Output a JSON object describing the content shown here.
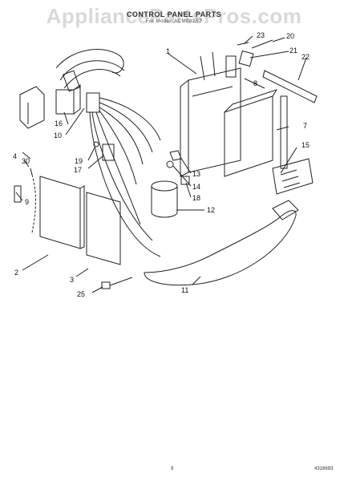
{
  "header": {
    "watermark": "AppliancePartsPros.com",
    "title": "CONTROL PANEL PARTS",
    "subtitle": "For Model: ACM082R7"
  },
  "part_callouts": [
    "1",
    "2",
    "3",
    "4",
    "7",
    "8",
    "9",
    "10",
    "11",
    "12",
    "13",
    "14",
    "15",
    "16",
    "17",
    "18",
    "19",
    "20",
    "21",
    "22",
    "23",
    "25",
    "30"
  ],
  "footer": {
    "page_number": "9",
    "part_number": "4316693"
  },
  "colors": {
    "line": "#222222",
    "watermark": "#888888"
  }
}
